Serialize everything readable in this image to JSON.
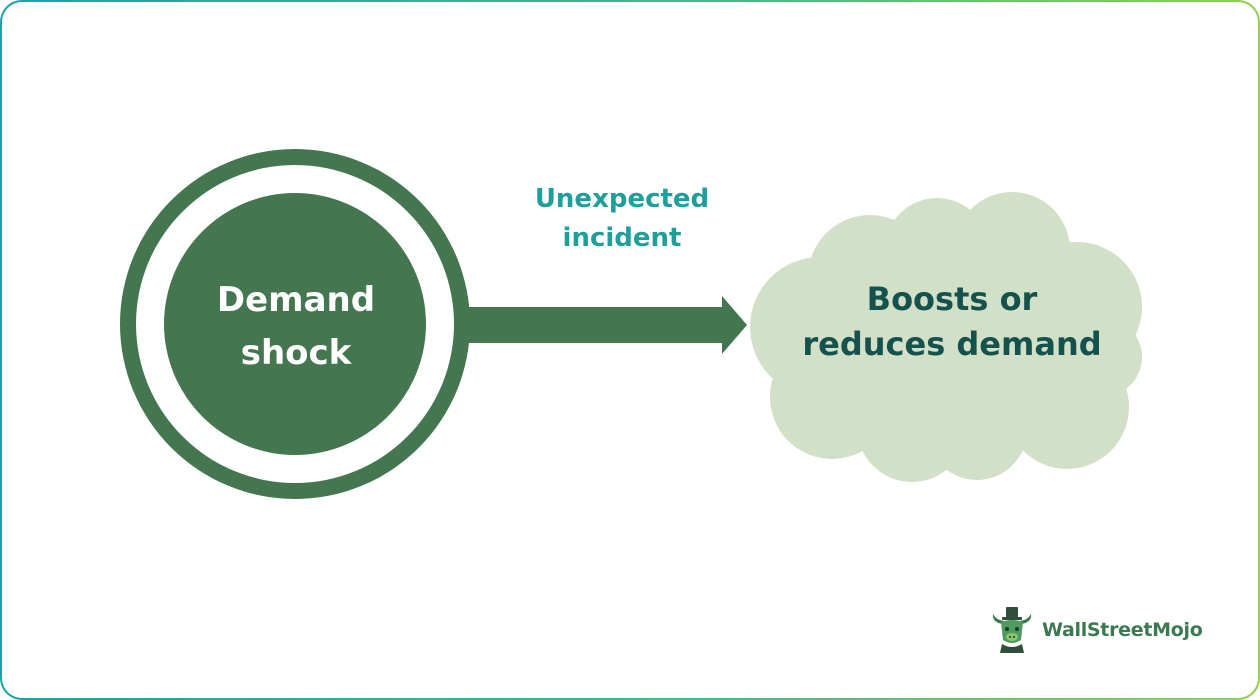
{
  "diagram": {
    "source_node": {
      "line1": "Demand",
      "line2": "shock"
    },
    "arrow": {
      "line1": "Unexpected",
      "line2": "incident"
    },
    "target_node": {
      "line1": "Boosts or",
      "line2": "reduces demand"
    }
  },
  "brand": {
    "name": "WallStreetMojo"
  },
  "colors": {
    "circle_dark": "#447650",
    "cloud_fill": "#d3e0c8",
    "arrow_label": "#1f9e9b",
    "cloud_text": "#15524e"
  }
}
